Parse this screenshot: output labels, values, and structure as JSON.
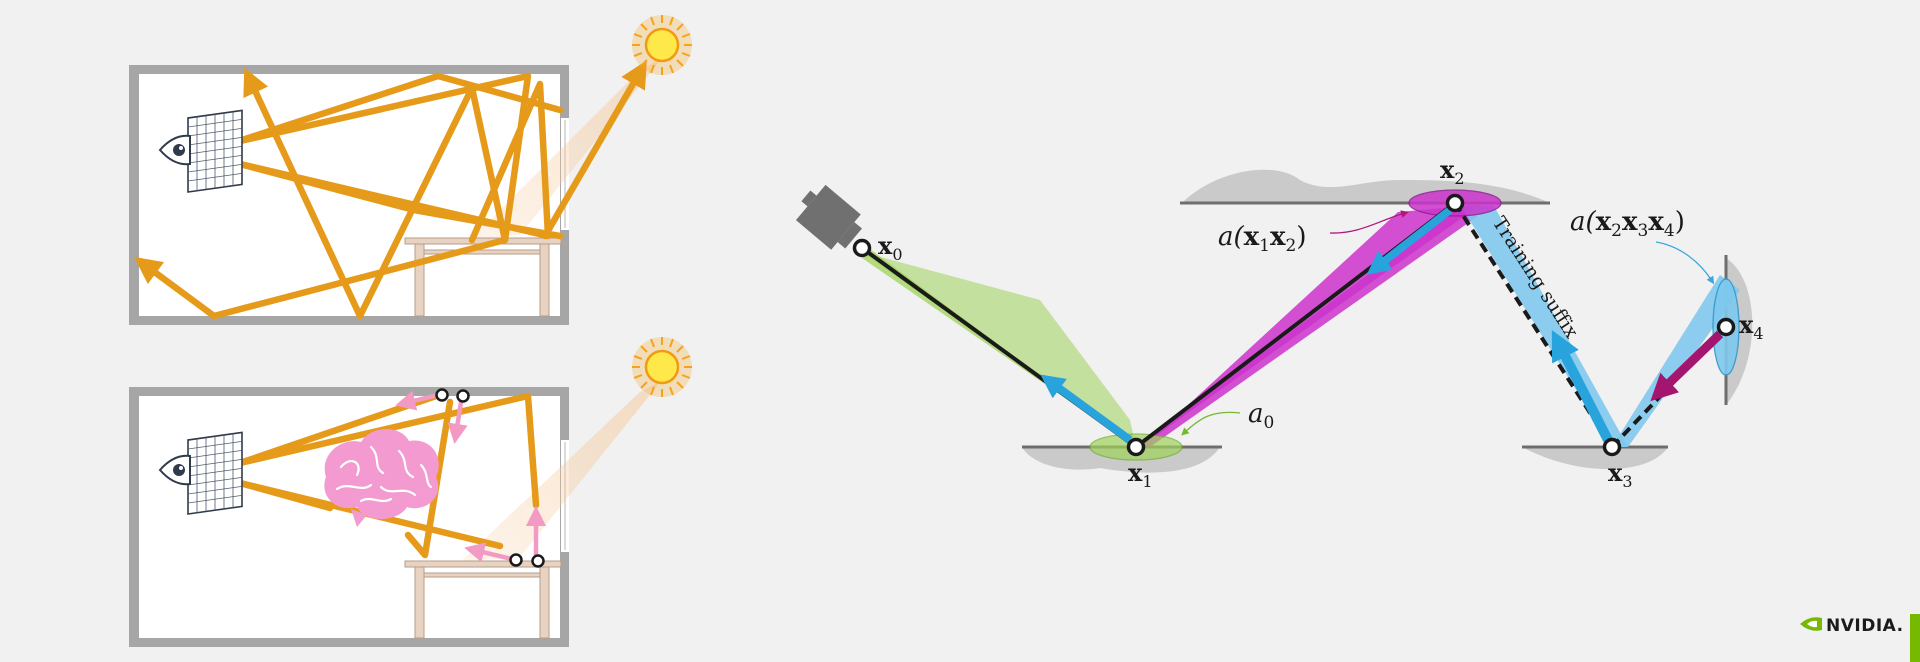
{
  "colors": {
    "background": "#f1f1f1",
    "room_wall": "#a6a6a6",
    "light_path": "#e69a1a",
    "sun_core": "#ffe94a",
    "sun_rays": "#f6a21a",
    "cache_arrow": "#f29ac4",
    "brain": "#f39ad1",
    "camera_body": "#707070",
    "surface_shadow": "#c9c9c9",
    "path_segment": "#1a1a1a",
    "lobe_green": "#9fd25a",
    "lobe_magenta": "#cc33cc",
    "lobe_cyan": "#7fc8ee",
    "arrow_blue": "#29a3dc",
    "arrow_magenta": "#a3156e",
    "brand_green": "#76b900"
  },
  "icons": {
    "eye": "eye-icon",
    "screen": "image-plane-icon",
    "sun": "sun-icon",
    "brain": "brain-icon",
    "camera": "camera-icon",
    "brand": "nvidia-logo"
  },
  "diagram": {
    "vertex_labels": {
      "x0": "x",
      "x0_sub": "0",
      "x1": "x",
      "x1_sub": "1",
      "x2": "x",
      "x2_sub": "2",
      "x3": "x",
      "x3_sub": "3",
      "x4": "x",
      "x4_sub": "4"
    },
    "a0": {
      "fn": "a",
      "sub": "0"
    },
    "a12": {
      "fn": "a(",
      "v1": "x",
      "s1": "1",
      "v2": "x",
      "s2": "2",
      "close": ")"
    },
    "a234": {
      "fn": "a(",
      "v1": "x",
      "s1": "2",
      "v2": "x",
      "s2": "3",
      "v3": "x",
      "s3": "4",
      "close": ")"
    },
    "training_suffix": "Training suffix"
  },
  "brand": {
    "label": "NVIDIA."
  }
}
